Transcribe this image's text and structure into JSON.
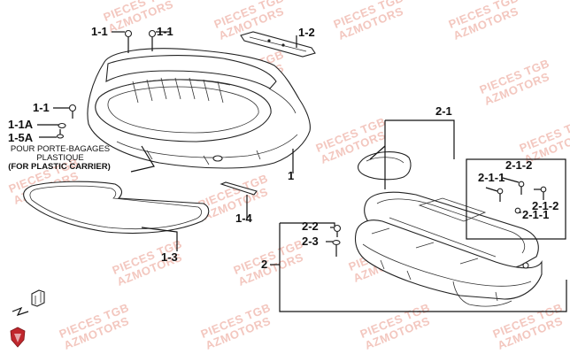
{
  "watermark": {
    "line1": "PIECES TGB",
    "line2": "AZMOTORS"
  },
  "labels": {
    "l_1_1_a": "1-1",
    "l_1_1_b": "1-1",
    "l_1_2": "1-2",
    "l_1_1_c": "1-1",
    "l_1_1A": "1-1A",
    "l_1_5A": "1-5A",
    "l_1": "1",
    "l_1_4": "1-4",
    "l_1_3": "1-3",
    "l_2_1": "2-1",
    "l_2_1_2_a": "2-1-2",
    "l_2_1_1_a": "2-1-1",
    "l_2_1_2_b": "2-1-2",
    "l_2_1_1_b": "2-1-1",
    "l_2_2": "2-2",
    "l_2_3": "2-3",
    "l_2": "2"
  },
  "note": {
    "line1": "POUR PORTE-BAGAGES",
    "line2": "PLASTIQUE",
    "line3": "(FOR PLASTIC CARRIER)"
  },
  "colors": {
    "watermark": "#f3c7bf",
    "lines": "#111111",
    "logo": "#c0272d"
  }
}
